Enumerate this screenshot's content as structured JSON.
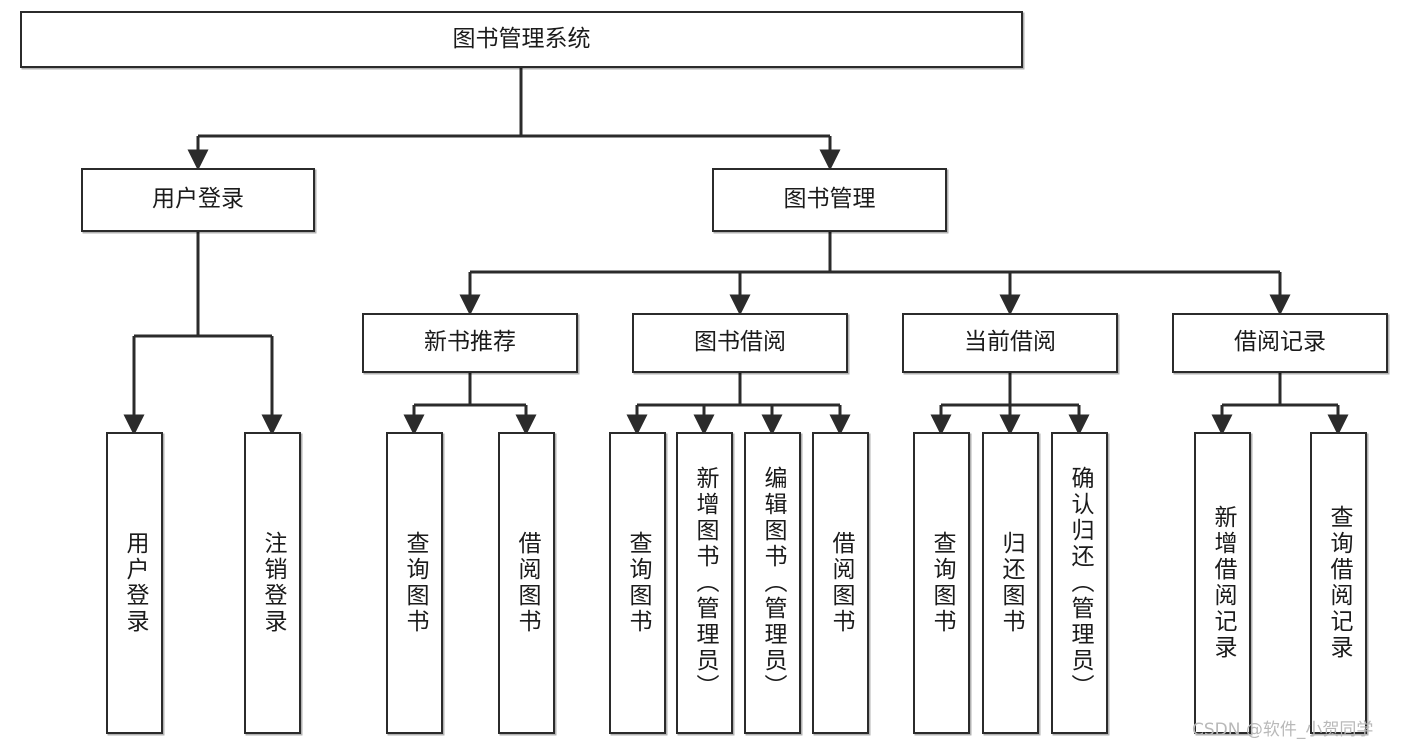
{
  "diagram": {
    "title_node": {
      "label": "图书管理系统"
    },
    "level2": [
      {
        "id": "user-login",
        "label": "用户登录"
      },
      {
        "id": "book-management",
        "label": "图书管理"
      }
    ],
    "level3": [
      {
        "id": "new-book-recommend",
        "label": "新书推荐"
      },
      {
        "id": "book-borrow",
        "label": "图书借阅"
      },
      {
        "id": "current-borrow",
        "label": "当前借阅"
      },
      {
        "id": "borrow-record",
        "label": "借阅记录"
      }
    ],
    "leaves": {
      "user_login": [
        {
          "id": "leaf-user-login",
          "label": "用户登录"
        },
        {
          "id": "leaf-logout-login",
          "label": "注销登录"
        }
      ],
      "new_book_recommend": [
        {
          "id": "leaf-query-book-1",
          "label": "查询图书"
        },
        {
          "id": "leaf-borrow-book-1",
          "label": "借阅图书"
        }
      ],
      "book_borrow": [
        {
          "id": "leaf-query-book-2",
          "label": "查询图书"
        },
        {
          "id": "leaf-add-book",
          "label": "新增图书（管理员）"
        },
        {
          "id": "leaf-edit-book",
          "label": "编辑图书（管理员）"
        },
        {
          "id": "leaf-borrow-book-2",
          "label": "借阅图书"
        }
      ],
      "current_borrow": [
        {
          "id": "leaf-query-book-3",
          "label": "查询图书"
        },
        {
          "id": "leaf-return-book",
          "label": "归还图书"
        },
        {
          "id": "leaf-confirm-return",
          "label": "确认归还（管理员）"
        }
      ],
      "borrow_record": [
        {
          "id": "leaf-add-record",
          "label": "新增借阅记录"
        },
        {
          "id": "leaf-query-record",
          "label": "查询借阅记录"
        }
      ]
    },
    "watermark": "CSDN @软件_小贺同学",
    "colors": {
      "stroke": "#2b2b2b",
      "fill": "#ffffff",
      "text": "#1b1b1b",
      "watermark": "#b9b9b9"
    }
  }
}
